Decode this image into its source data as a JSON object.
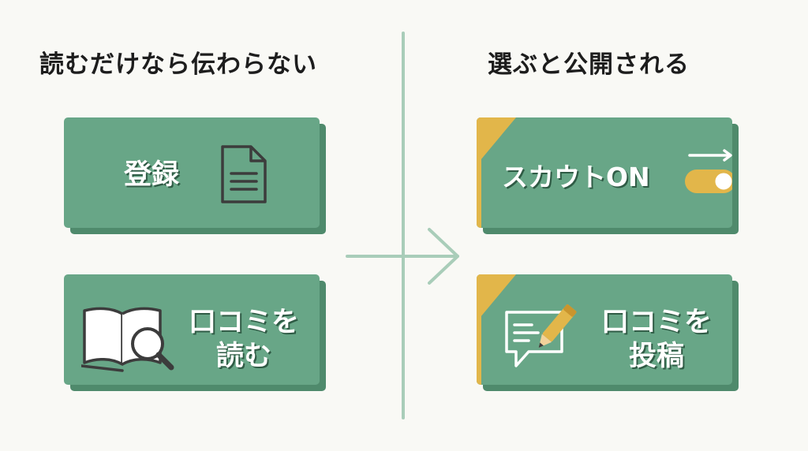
{
  "headings": {
    "left": "読むだけなら伝わらない",
    "right": "選ぶと公開される"
  },
  "cards": {
    "register": {
      "label": "登録",
      "icon": "document-icon"
    },
    "read_reviews": {
      "line1": "口コミを",
      "line2": "読む",
      "icon": "open-book-magnifier-icon"
    },
    "scout_on": {
      "label": "スカウトON",
      "icon": "toggle-switch-icon"
    },
    "post_reviews": {
      "line1": "口コミを",
      "line2": "投稿",
      "icon": "speech-bubble-pencil-icon"
    }
  },
  "colors": {
    "card_fill": "#68a687",
    "card_shadow": "#4f8a6c",
    "accent_gold": "#e2b64a",
    "divider": "#a9cdb9",
    "icon_stroke": "#3c3c3c",
    "background": "#f9f9f5"
  }
}
